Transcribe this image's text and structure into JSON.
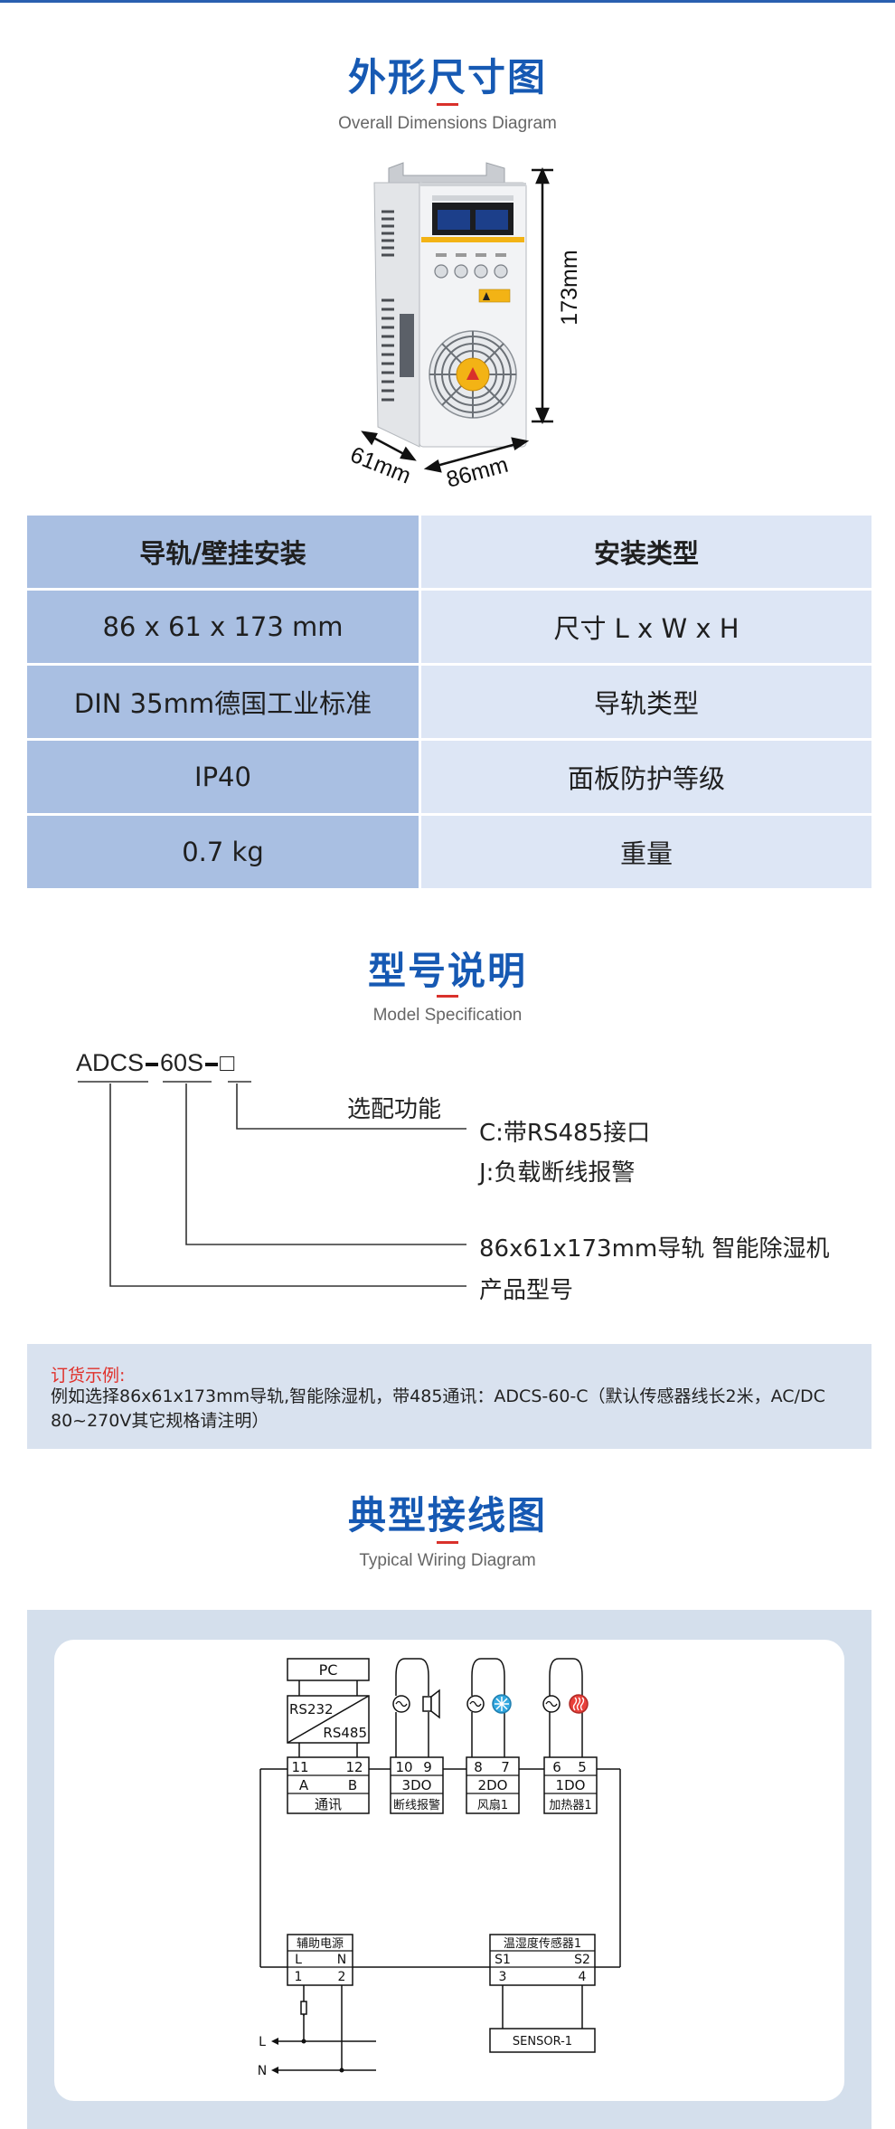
{
  "dimensions_section": {
    "title": "外形尺寸图",
    "subtitle": "Overall Dimensions Diagram",
    "height_label": "173mm",
    "depth_label": "61mm",
    "width_label": "86mm"
  },
  "spec_table": {
    "rows": [
      {
        "left": "导轨/壁挂安装",
        "right": "安装类型"
      },
      {
        "left": "86 x 61 x 173 mm",
        "right": "尺寸 L x W x H"
      },
      {
        "left": "DIN 35mm德国工业标准",
        "right": "导轨类型"
      },
      {
        "left": "IP40",
        "right": "面板防护等级"
      },
      {
        "left": "0.7 kg",
        "right": "重量"
      }
    ]
  },
  "model_section": {
    "title": "型号说明",
    "subtitle": "Model Specification",
    "code_part1": "ADCS",
    "code_part2": "60S",
    "code_box": "□",
    "optional_label": "选配功能",
    "option_c": "C:带RS485接口",
    "option_j": "J:负载断线报警",
    "size_desc": "86x61x173mm导轨  智能除湿机",
    "product_model": "产品型号"
  },
  "order_example": {
    "label": "订货示例:",
    "text": "例如选择86x61x173mm导轨,智能除湿机，带485通讯：ADCS-60-C（默认传感器线长2米，AC/DC 80~270V其它规格请注明）"
  },
  "wiring_section": {
    "title": "典型接线图",
    "subtitle": "Typical Wiring Diagram",
    "pc": "PC",
    "rs232": "RS232",
    "rs485": "RS485",
    "comm_t11": "11",
    "comm_t12": "12",
    "comm_a": "A",
    "comm_b": "B",
    "comm_label": "通讯",
    "do3_t1": "10",
    "do3_t2": "9",
    "do3_name": "3DO",
    "do3_label": "断线报警",
    "do2_t1": "8",
    "do2_t2": "7",
    "do2_name": "2DO",
    "do2_label": "风扇1",
    "do1_t1": "6",
    "do1_t2": "5",
    "do1_name": "1DO",
    "do1_label": "加热器1",
    "aux_label": "辅助电源",
    "aux_l": "L",
    "aux_n": "N",
    "aux_t1": "1",
    "aux_t2": "2",
    "sensor_label": "温湿度传感器1",
    "sensor_s1": "S1",
    "sensor_s2": "S2",
    "sensor_t3": "3",
    "sensor_t4": "4",
    "sensor_box": "SENSOR-1",
    "line_l": "L",
    "line_n": "N"
  },
  "colors": {
    "title_blue": "#1659b3",
    "accent_red": "#d9312b",
    "table_left": "#a9bfe2",
    "table_right": "#dde6f5"
  }
}
